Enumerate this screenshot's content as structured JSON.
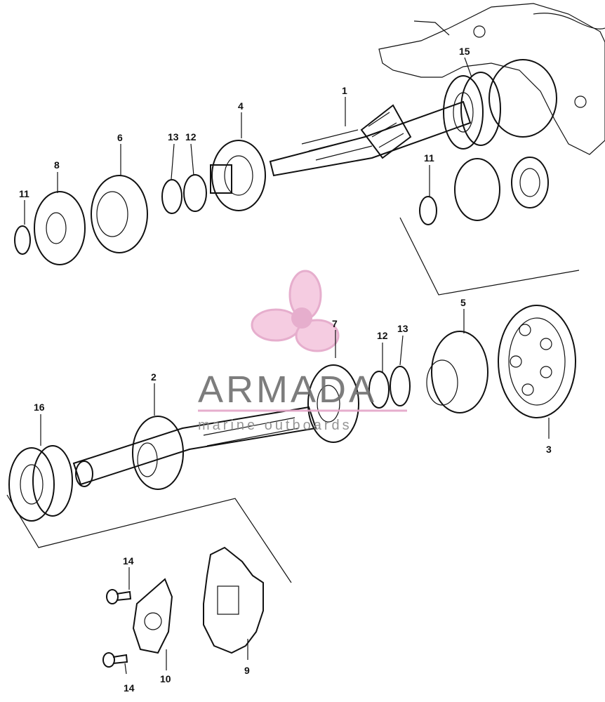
{
  "labels": {
    "p1": "1",
    "p2": "2",
    "p3": "3",
    "p4": "4",
    "p5": "5",
    "p6": "6",
    "p7": "7",
    "p8": "8",
    "p9": "9",
    "p10": "10",
    "p11a": "11",
    "p11b": "11",
    "p12a": "12",
    "p12b": "12",
    "p13a": "13",
    "p13b": "13",
    "p14a": "14",
    "p14b": "14",
    "p15": "15",
    "p16": "16"
  },
  "watermark": {
    "brand": "ARMADA",
    "tagline": "marine outboards",
    "color": "#e4a6c8"
  }
}
